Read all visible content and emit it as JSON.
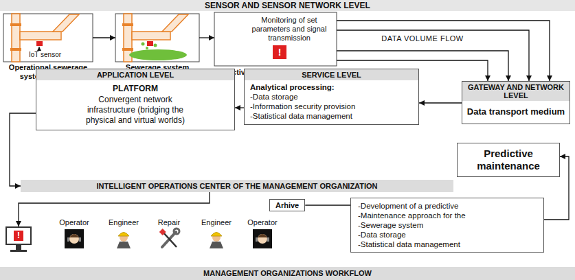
{
  "diagram": {
    "nodes": [
      {
        "text": [
          "SENSOR AND SENSOR NETWORK LEVEL"
        ]
      },
      {
        "text": [
          "Operational sewerage system with IoT"
        ]
      },
      {
        "text": [
          "Sewerage system failure"
        ]
      },
      {
        "text": [
          "Monitoring of set parameters and signal transmission",
          "Activation of an IoT “Smart object” sensor"
        ]
      },
      {
        "text": [
          "GATEWAY AND NETWORK LEVEL",
          "Data transport medium"
        ]
      },
      {
        "text": [
          "SERVICE LEVEL",
          "Analytical processing:",
          "-Data storage",
          "-Information security provision",
          "-Statistical data management"
        ]
      },
      {
        "text": [
          "APPLICATION LEVEL",
          "PLATFORM",
          "Convergent network infrastructure (bridging the physical and virtual worlds)"
        ]
      },
      {
        "text": [
          "Predictive maintenance"
        ]
      },
      {
        "text": [
          "INTELLIGENT OPERATIONS CENTER OF THE MANAGEMENT ORGANIZATION"
        ]
      },
      {
        "text": [
          "!"
        ]
      },
      {
        "text": [
          "Arhive"
        ]
      },
      {
        "text": [
          "-Development of a predictive",
          "-Maintenance approach for the",
          "-Sewerage system",
          "-Data storage",
          "-Statistical data management"
        ]
      },
      {
        "text": [
          "MANAGEMENT ORGANIZATIONS WORKFLOW"
        ]
      }
    ],
    "edges": [
      {
        "from": 1,
        "to": 2,
        "arrow": "to"
      },
      {
        "from": 2,
        "to": 3,
        "arrow": "to"
      },
      {
        "from": 3,
        "to": 4,
        "arrow": "to"
      },
      {
        "from": 3,
        "to": 4,
        "arrow": "to",
        "label": "DATA VOLUME FLOW"
      },
      {
        "from": 3,
        "to": 4,
        "arrow": "to"
      },
      {
        "from": 3,
        "to": 4,
        "arrow": "to"
      },
      {
        "from": 4,
        "to": 5,
        "arrow": "to"
      },
      {
        "from": 5,
        "to": 6,
        "arrow": "to"
      },
      {
        "from": 6,
        "to": 8,
        "arrow": "to"
      },
      {
        "from": 8,
        "to": 9,
        "arrow": "to"
      },
      {
        "from": 11,
        "to": 10,
        "arrow": "none"
      },
      {
        "from": 11,
        "to": 7,
        "arrow": "to"
      }
    ],
    "labels": [
      "IoT sensor",
      "!",
      "Operator",
      "Engineer",
      "Repair",
      "Engineer",
      "Operator"
    ]
  }
}
